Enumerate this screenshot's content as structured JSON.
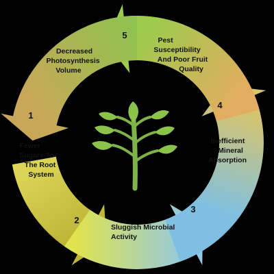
{
  "segments": [
    {
      "number": "1",
      "lines": [
        "Fewer",
        "Sugars To",
        "The Root",
        "System"
      ],
      "from": "#efe86a",
      "to": "#bcb535"
    },
    {
      "number": "2",
      "lines": [
        "Sluggish Microbial",
        "Activity"
      ],
      "from": "#dfe34e",
      "to": "#8fc8e8"
    },
    {
      "number": "3",
      "lines": [
        "Inefficient",
        "Mineral",
        "Absorption"
      ],
      "from": "#7fc0e2",
      "to": "#d8c46b"
    },
    {
      "number": "4",
      "lines": [
        "Pest",
        "Susceptibility",
        "And Poor Fruit",
        "Quality"
      ],
      "from": "#e2ad60",
      "to": "#9ccb4c"
    },
    {
      "number": "5",
      "lines": [
        "Decreased",
        "Photosynthesis",
        "Volume"
      ],
      "from": "#8fc24e",
      "to": "#c9a758"
    }
  ],
  "colors": {
    "background": "#000000",
    "plant": "#8bc34a",
    "stem": "#7eb348"
  },
  "icon": "plant-sprout-icon"
}
